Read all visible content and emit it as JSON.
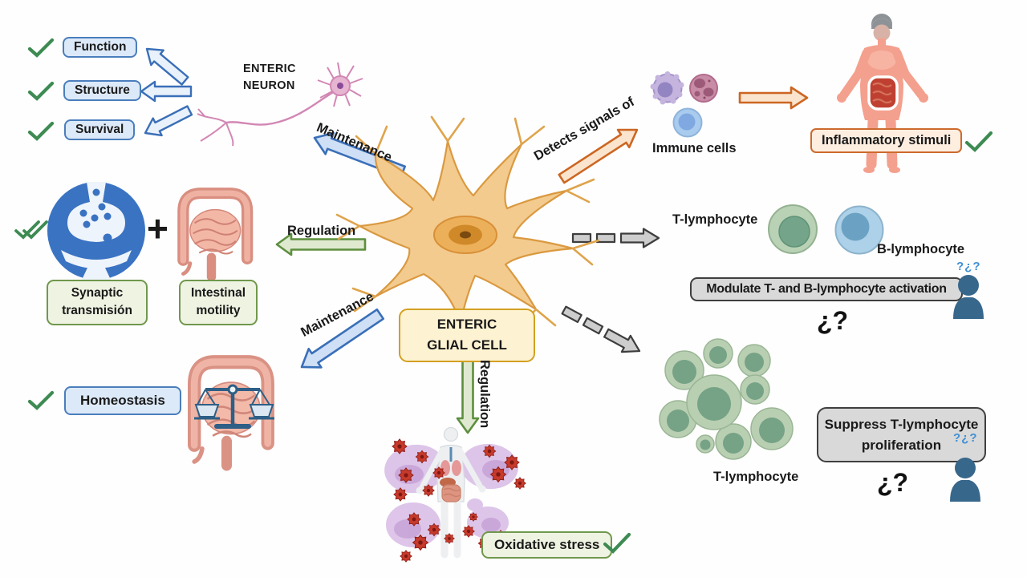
{
  "neuron_panel": {
    "title_line1": "ENTERIC",
    "title_line2": "NEURON",
    "items": [
      {
        "label": "Function"
      },
      {
        "label": "Structure"
      },
      {
        "label": "Survival"
      }
    ]
  },
  "center": {
    "line1": "ENTERIC",
    "line2": "GLIAL CELL"
  },
  "arrows": {
    "maintenance_neuron": "Maintenance",
    "regulation_left": "Regulation",
    "maintenance_homeostasis": "Maintenance",
    "regulation_down": "Regulation",
    "detects_signals": "Detects signals of"
  },
  "synapse_panel": {
    "synaptic_line1": "Synaptic",
    "synaptic_line2": "transmisión",
    "plus": "+",
    "intestinal_line1": "Intestinal",
    "intestinal_line2": "motility"
  },
  "homeostasis_panel": {
    "label": "Homeostasis"
  },
  "oxidative_panel": {
    "label": "Oxidative stress"
  },
  "immune_panel": {
    "cells_label": "Immune cells",
    "stimuli_label": "Inflammatory stimuli"
  },
  "lymphocyte_panel": {
    "t_label": "T-lymphocyte",
    "b_label": "B-lymphocyte",
    "modulate_label": "Modulate T- and B-lymphocyte activation",
    "question_small": "?¿?",
    "question_big": "¿?"
  },
  "proliferation_panel": {
    "t_label": "T-lymphocyte",
    "suppress_line1": "Suppress T-lymphocyte",
    "suppress_line2": "proliferation",
    "question_small": "?¿?",
    "question_big": "¿?"
  },
  "icons": {
    "checkmark": "green-check",
    "double_checkmark": "green-double-check",
    "person": "thinking-person",
    "synapse": "synapse-circle",
    "intestine": "large-intestine",
    "balance": "balance-scale"
  },
  "colors": {
    "check_green": "#3d8b52",
    "arrow_blue": "#3a6fb8",
    "arrow_green": "#5d8f3e",
    "arrow_orange": "#cc6622",
    "arrow_gray": "#3d3d3d",
    "glial_orange": "#f3cb8f",
    "neuron_pink": "#d287b4",
    "person_blue": "#38678c"
  }
}
